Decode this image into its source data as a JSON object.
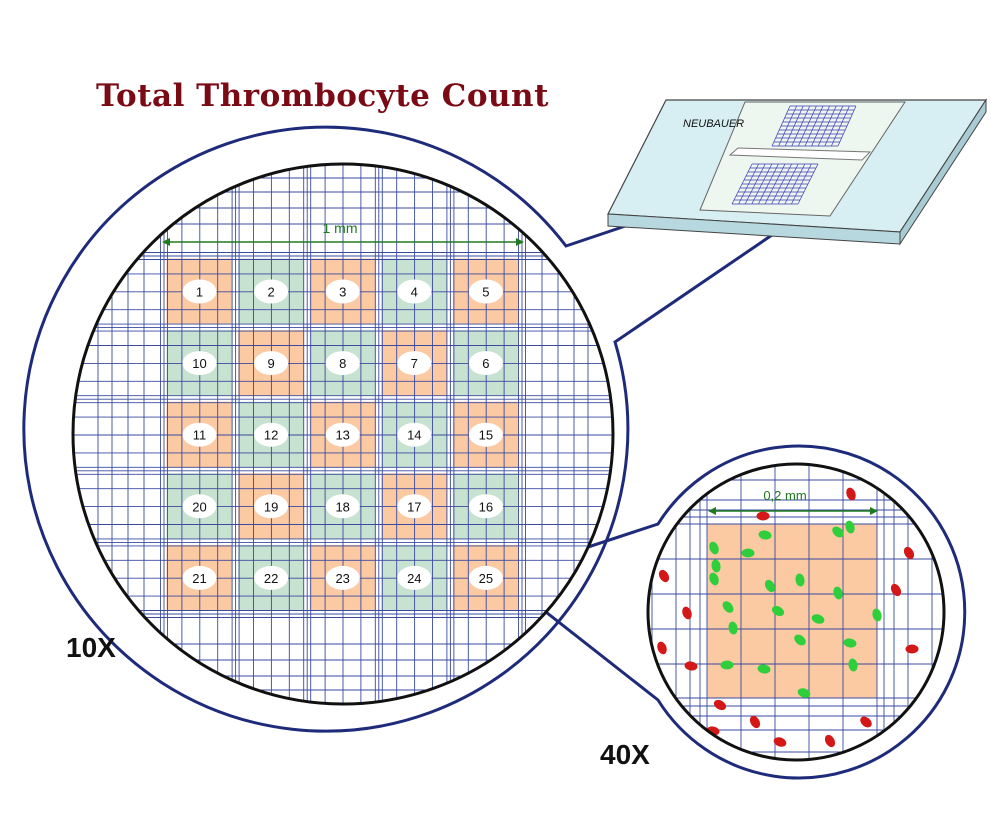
{
  "title": "Total Thrombocyte Count",
  "slide_label": "NEUBAUER",
  "scale_10x": "1 mm",
  "scale_40x": "0,2 mm",
  "magnification_10x": "10X",
  "magnification_40x": "40X",
  "square_numbers": [
    [
      "1",
      "2",
      "3",
      "4",
      "5"
    ],
    [
      "10",
      "9",
      "8",
      "7",
      "6"
    ],
    [
      "11",
      "12",
      "13",
      "14",
      "15"
    ],
    [
      "20",
      "19",
      "18",
      "17",
      "16"
    ],
    [
      "21",
      "22",
      "23",
      "24",
      "25"
    ]
  ],
  "square_fills": [
    [
      "o",
      "g",
      "o",
      "g",
      "o"
    ],
    [
      "g",
      "o",
      "g",
      "o",
      "g"
    ],
    [
      "o",
      "g",
      "o",
      "g",
      "o"
    ],
    [
      "g",
      "o",
      "g",
      "o",
      "g"
    ],
    [
      "o",
      "g",
      "o",
      "g",
      "o"
    ]
  ],
  "colors": {
    "title": "#7a0a14",
    "outline": "#1e2a7a",
    "grid": "#3a4aa0",
    "orange_square": "#fbc9a2",
    "green_square": "#c7e2d0",
    "platelet_green": "#2ecf3a",
    "platelet_red": "#d41717",
    "scale_arrow": "#1f7a1f",
    "slide_blue": "#d7eef3"
  }
}
